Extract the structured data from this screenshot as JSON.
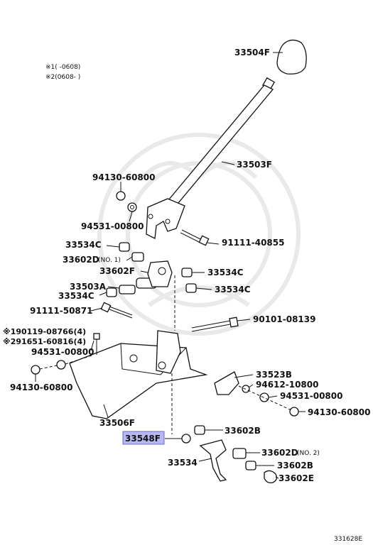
{
  "notes": {
    "note1": "※1(      -0608)",
    "note2": "※2(0608-       )"
  },
  "labels": {
    "p33504F": "33504F",
    "p33503F": "33503F",
    "p94130_60800_top": "94130-60800",
    "p94531_00800_top": "94531-00800",
    "p91111_40855": "91111-40855",
    "p33534C_left": "33534C",
    "p33602D_no1": "33602D",
    "no1": "(NO. 1)",
    "p33602F": "33602F",
    "p33534C_right1": "33534C",
    "p33503A": "33503A",
    "p33534C_left2": "33534C",
    "p33534C_right2": "33534C",
    "p91111_50871": "91111-50871",
    "p90101_08139": "90101-08139",
    "p90119_08766": "※190119-08766(4)",
    "p91651_60816": "※291651-60816(4)",
    "p94531_00800_left": "94531-00800",
    "p94130_60800_left": "94130-60800",
    "p33523B": "33523B",
    "p94612_10800": "94612-10800",
    "p94531_00800_right": "94531-00800",
    "p94130_60800_right": "94130-60800",
    "p33506F": "33506F",
    "p33548F": "33548F",
    "p33602B_1": "33602B",
    "p33534": "33534",
    "p33602D_no2": "33602D",
    "no2": "(NO. 2)",
    "p33602B_2": "33602B",
    "p33602E": "33602E",
    "diagram_code": "331628E"
  },
  "highlight_color": "#b8b8f0"
}
